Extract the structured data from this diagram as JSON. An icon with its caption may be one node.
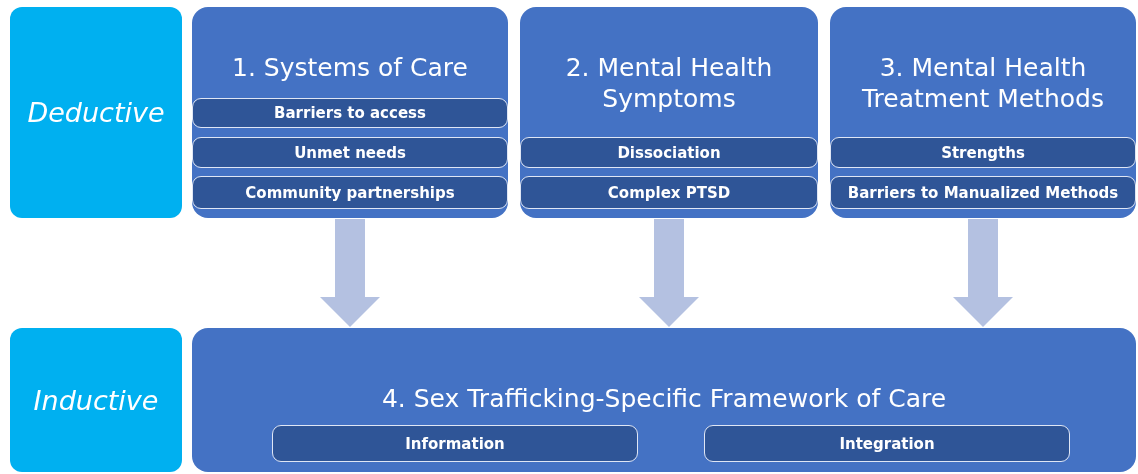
{
  "diagram": {
    "nodes": [
      {
        "text": [
          "Deductive"
        ]
      },
      {
        "text": [
          "1. Systems of Care"
        ]
      },
      {
        "text": [
          "Barriers to access"
        ],
        "in": 1
      },
      {
        "text": [
          "Unmet needs"
        ],
        "in": 1
      },
      {
        "text": [
          "Community partnerships"
        ],
        "in": 1
      },
      {
        "text": [
          "2. Mental Health Symptoms"
        ]
      },
      {
        "text": [
          "Dissociation"
        ],
        "in": 5
      },
      {
        "text": [
          "Complex PTSD"
        ],
        "in": 5
      },
      {
        "text": [
          "3. Mental Health Treatment Methods"
        ]
      },
      {
        "text": [
          "Strengths"
        ],
        "in": 8
      },
      {
        "text": [
          "Barriers to Manualized Methods"
        ],
        "in": 8
      },
      {
        "text": [
          "Inductive"
        ]
      },
      {
        "text": [
          "4. Sex Trafficking-Specific Framework of Care"
        ]
      },
      {
        "text": [
          "Information"
        ],
        "in": 12
      },
      {
        "text": [
          "Integration"
        ],
        "in": 12
      }
    ],
    "edges": [
      {
        "from": 1,
        "to": 12,
        "arrow": "to"
      },
      {
        "from": 5,
        "to": 12,
        "arrow": "to"
      },
      {
        "from": 8,
        "to": 12,
        "arrow": "to"
      }
    ]
  }
}
